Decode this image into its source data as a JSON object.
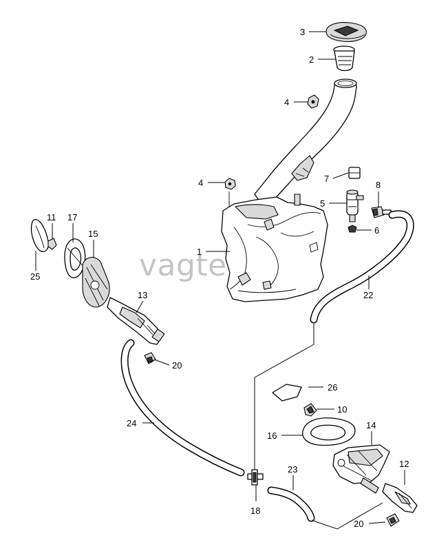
{
  "watermark": "vagteq.ru",
  "callouts": {
    "c1": "1",
    "c2": "2",
    "c3": "3",
    "c4a": "4",
    "c4b": "4",
    "c5": "5",
    "c6": "6",
    "c7": "7",
    "c8": "8",
    "c10": "10",
    "c11": "11",
    "c12": "12",
    "c13": "13",
    "c14": "14",
    "c15": "15",
    "c16": "16",
    "c17": "17",
    "c18": "18",
    "c20a": "20",
    "c20b": "20",
    "c22": "22",
    "c23": "23",
    "c24": "24",
    "c25": "25",
    "c26": "26"
  }
}
